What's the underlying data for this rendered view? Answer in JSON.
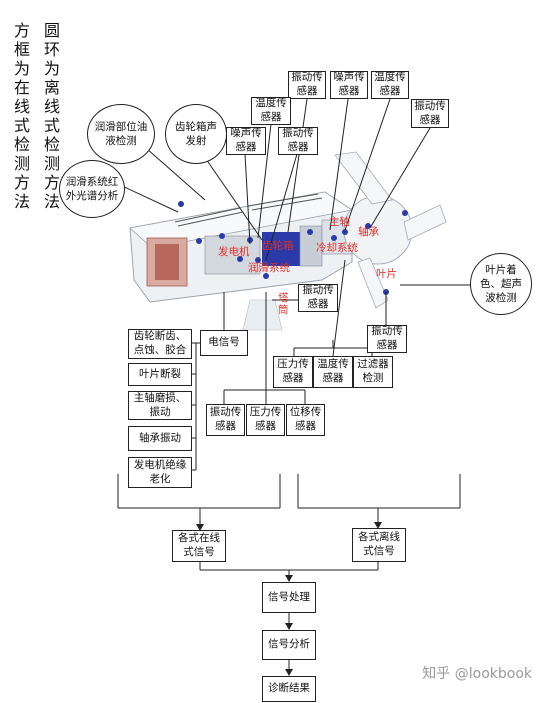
{
  "legend": {
    "left_column": "方框为在线式检测方法",
    "right_column": "圆环为离线式检测方法"
  },
  "circles": {
    "lube_particle": "润滑部位油液检测",
    "lube_infrared": "润滑系统红外光谱分析",
    "gearbox_acoustic": "齿轮箱声发射",
    "blade_coloring": "叶片着色、超声波检测"
  },
  "sensor_boxes": {
    "top_vibration": "振动传感器",
    "top_noise": "噪声传感器",
    "top_temp_right": "温度传感器",
    "top_vibration_far": "振动传感器",
    "temp_mid": "温度传感器",
    "noise_left": "噪声传感器",
    "vibration_left": "振动传感器",
    "tower_vibration": "振动传感器",
    "blade_vibration": "振动传感器",
    "pressure_mid": "压力传感器",
    "temp_mid_lower": "温度传感器",
    "filter_detection": "过滤器检测",
    "vibration_lower": "振动传感器",
    "pressure_lower": "压力传感器",
    "displacement_lower": "位移传感器"
  },
  "red_labels": {
    "generator": "发电机",
    "gearbox": "齿轮箱",
    "main_shaft": "主轴",
    "bearing": "轴承",
    "blade": "叶片",
    "tower": "塔筒",
    "lube_system": "润滑系统",
    "cooling_system": "冷却系统"
  },
  "fault_boxes": {
    "gear_fault": "齿轮断齿、点蚀、胶合",
    "blade_crack": "叶片断裂",
    "shaft_wear": "主轴磨损、振动",
    "bearing_vibration": "轴承振动",
    "generator_insulation": "发电机绝缘老化",
    "electric_signal": "电信号"
  },
  "flow": {
    "online_signal": "各式在线式信号",
    "offline_signal": "各式离线式信号",
    "signal_processing": "信号处理",
    "signal_analysis": "信号分析",
    "diagnosis_result": "诊断结果"
  },
  "watermark": "知乎 @lookbook",
  "colors": {
    "label_red": "#e0302a",
    "component_blue": "#2a3aa8"
  }
}
